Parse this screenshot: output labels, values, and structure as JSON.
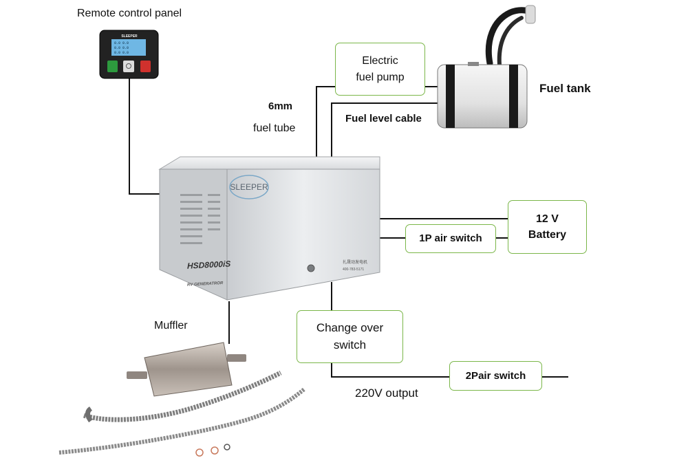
{
  "labels": {
    "remote_panel": "Remote control panel",
    "tube_size": "6mm",
    "tube_name": "fuel tube",
    "fuel_level_cable": "Fuel level cable",
    "fuel_tank": "Fuel tank",
    "muffler": "Muffler",
    "output": "220V output"
  },
  "boxes": {
    "fuel_pump": [
      "Electric",
      "fuel pump"
    ],
    "battery": [
      "12 V",
      "Battery"
    ],
    "air_switch": "1P air switch",
    "changeover": [
      "Change over",
      "switch"
    ],
    "pair_switch": "2Pair switch"
  },
  "panel": {
    "brand": "SLEEPER",
    "screen_rows": [
      "0.0  0.0",
      "0.0  0.0",
      "0.0  0.0"
    ]
  },
  "generator": {
    "brand": "SLEEPER",
    "model": "HSD8000iS",
    "subtitle": "RV GENERATROR",
    "phone": "400-783-5171",
    "cn_text": "扎晟动发电机"
  },
  "colors": {
    "box_border": "#7ab648",
    "line": "#111111",
    "generator_face": "#e4e6e8"
  }
}
